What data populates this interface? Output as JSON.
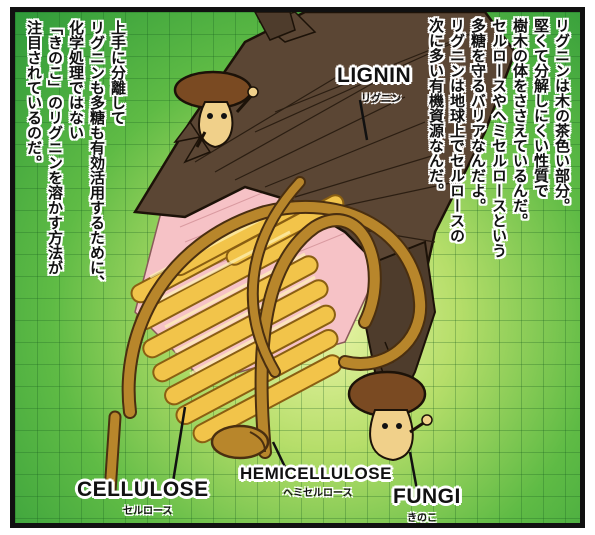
{
  "narration_right": [
    "リグニンは木の茶色い部分。",
    "堅くて分解しにくい性質で",
    "樹木の体をささえているんだ。",
    "セルロースやヘミセルロースという",
    "多糖を守るバリアなんだよ。",
    "リグニンは地球上でセルロースの",
    "次に多い有機資源なんだ。"
  ],
  "narration_left": [
    "上手に分離して",
    "リグニンも多糖も有効活用するために、",
    "化学処理ではない",
    "「きのこ」のリグニンを溶かす方法が",
    "注目されているのだ。"
  ],
  "labels": {
    "lignin": {
      "en": "LIGNIN",
      "jp": "リグニン"
    },
    "cellulose": {
      "en": "CELLULOSE",
      "jp": "セルロース"
    },
    "hemicellulose": {
      "en": "HEMICELLULOSE",
      "jp": "ヘミセルロース"
    },
    "fungi": {
      "en": "FUNGI",
      "jp": "きのこ"
    }
  },
  "colors": {
    "lignin_wood": "#5b4634",
    "cellulose_rods": "#f2c44a",
    "hemicellulose_strands": "#b8862b",
    "background_green": "#4fb040",
    "mushroom_cap": "#7a4a22"
  }
}
